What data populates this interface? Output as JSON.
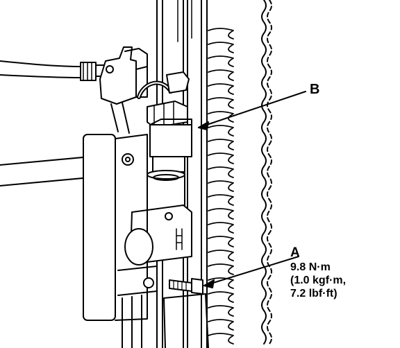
{
  "callouts": {
    "b": {
      "letter": "B"
    },
    "a": {
      "letter": "A",
      "torque": [
        "9.8 N·m",
        "(1.0 kgf·m,",
        "7.2 lbf·ft)"
      ]
    }
  },
  "colors": {
    "ink": "#000000",
    "paper": "#ffffff"
  }
}
